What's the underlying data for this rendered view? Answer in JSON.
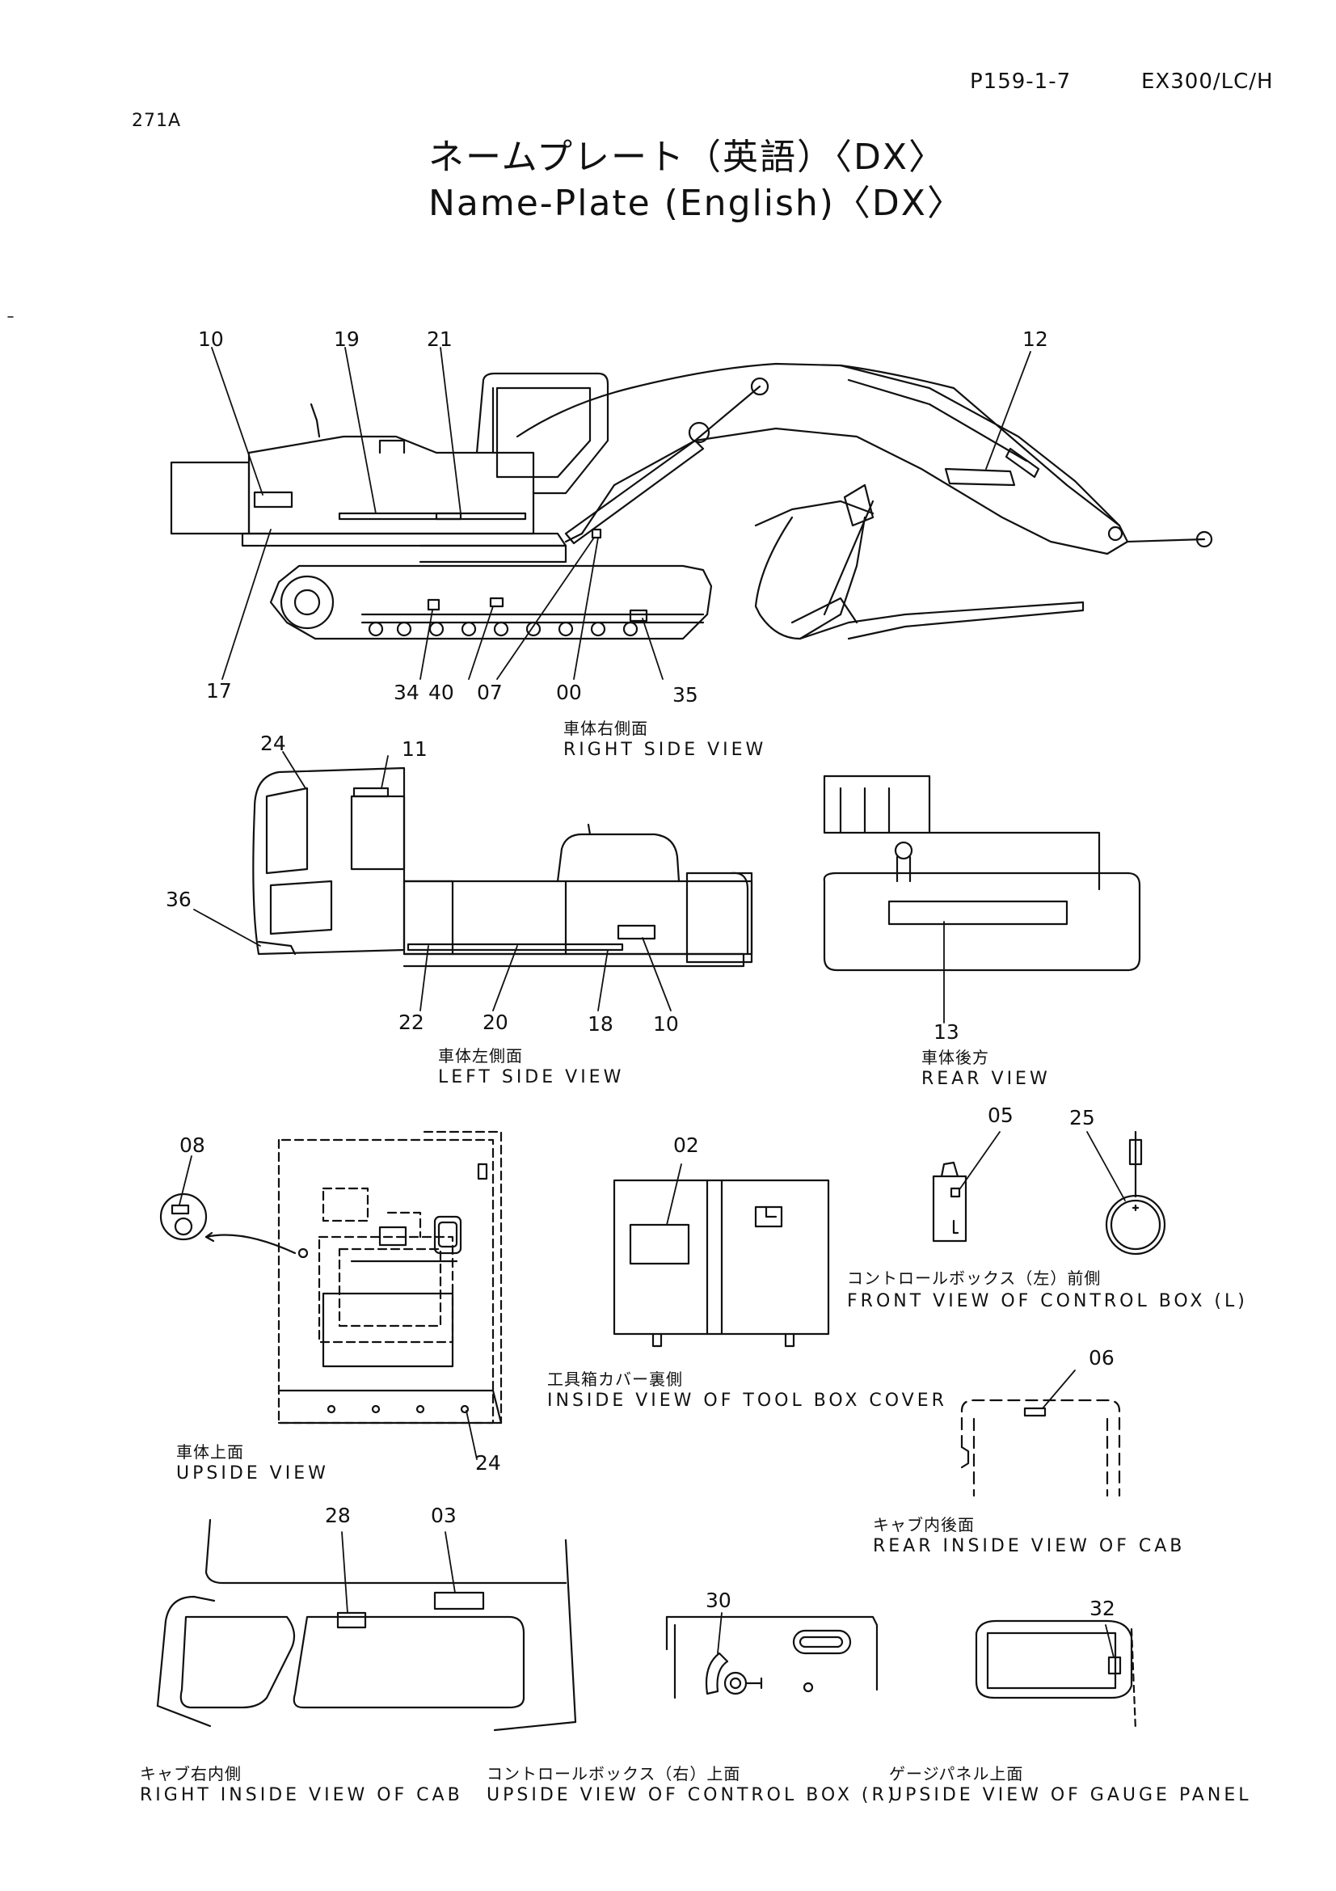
{
  "header": {
    "page_id": "P159-1-7",
    "model": "EX300/LC/H",
    "sheet_code": "271A"
  },
  "title": {
    "ja": "ネームプレート（英語）〈DX〉",
    "en": "Name-Plate (English)〈DX〉"
  },
  "views": {
    "right_side": {
      "ja": "車体右側面",
      "en": "RIGHT SIDE VIEW"
    },
    "left_side": {
      "ja": "車体左側面",
      "en": "LEFT SIDE VIEW"
    },
    "rear": {
      "ja": "車体後方",
      "en": "REAR VIEW"
    },
    "upside": {
      "ja": "車体上面",
      "en": "UPSIDE VIEW"
    },
    "tool_box": {
      "ja": "工具箱カバー裏側",
      "en": "INSIDE VIEW OF TOOL BOX COVER"
    },
    "control_box_l": {
      "ja": "コントロールボックス（左）前側",
      "en": "FRONT VIEW OF CONTROL BOX (L)"
    },
    "rear_cab": {
      "ja": "キャブ内後面",
      "en": "REAR INSIDE VIEW OF CAB"
    },
    "right_cab": {
      "ja": "キャブ右内側",
      "en": "RIGHT INSIDE VIEW OF CAB"
    },
    "control_box_r": {
      "ja": "コントロールボックス（右）上面",
      "en": "UPSIDE VIEW OF CONTROL BOX (R)"
    },
    "gauge_panel": {
      "ja": "ゲージパネル上面",
      "en": "UPSIDE VIEW OF GAUGE PANEL"
    }
  },
  "callouts": {
    "right_side": [
      "10",
      "19",
      "21",
      "12",
      "17",
      "34",
      "40",
      "07",
      "00",
      "35"
    ],
    "left_side": [
      "24",
      "11",
      "36",
      "22",
      "20",
      "18",
      "10"
    ],
    "rear": [
      "13"
    ],
    "upside": [
      "08",
      "24"
    ],
    "tool_box": [
      "02"
    ],
    "control_box_l": [
      "05",
      "25"
    ],
    "rear_cab": [
      "06"
    ],
    "right_cab": [
      "28",
      "03"
    ],
    "control_box_r": [
      "30"
    ],
    "gauge_panel": [
      "32"
    ]
  }
}
